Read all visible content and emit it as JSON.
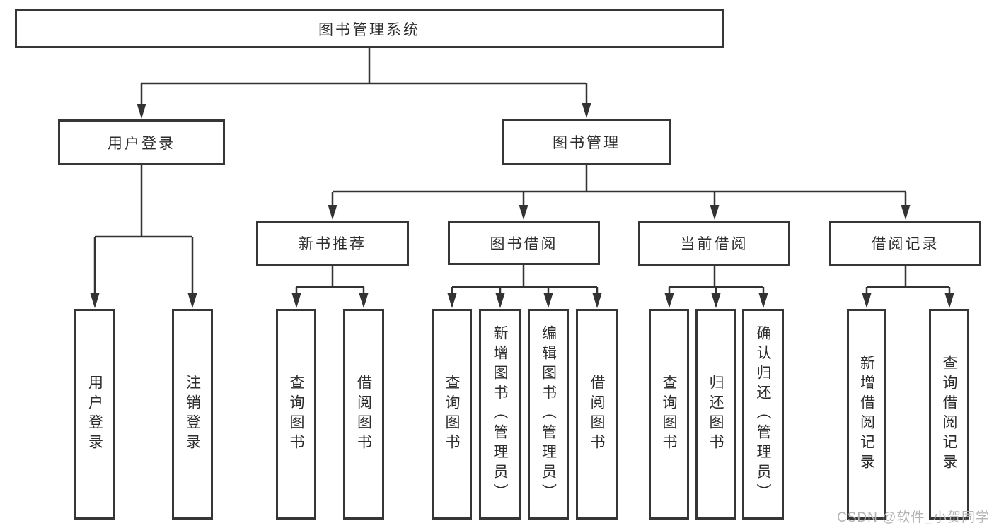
{
  "colors": {
    "line": "#333333",
    "box_border": "#363636",
    "box_fill": "#ffffff",
    "text": "#2d2d2d",
    "watermark": "#b4b4b4",
    "background": "#ffffff"
  },
  "watermark": "CSDN @软件_小贺同学",
  "tree": {
    "label": "图书管理系统",
    "children": [
      {
        "label": "用户登录",
        "children": [
          {
            "label": "用户登录"
          },
          {
            "label": "注销登录"
          }
        ]
      },
      {
        "label": "图书管理",
        "children": [
          {
            "label": "新书推荐",
            "children": [
              {
                "label": "查询图书"
              },
              {
                "label": "借阅图书"
              }
            ]
          },
          {
            "label": "图书借阅",
            "children": [
              {
                "label": "查询图书"
              },
              {
                "label": "新增图书（管理员）"
              },
              {
                "label": "编辑图书（管理员）"
              },
              {
                "label": "借阅图书"
              }
            ]
          },
          {
            "label": "当前借阅",
            "children": [
              {
                "label": "查询图书"
              },
              {
                "label": "归还图书"
              },
              {
                "label": "确认归还（管理员）"
              }
            ]
          },
          {
            "label": "借阅记录",
            "children": [
              {
                "label": "新增借阅记录"
              },
              {
                "label": "查询借阅记录"
              }
            ]
          }
        ]
      }
    ]
  }
}
